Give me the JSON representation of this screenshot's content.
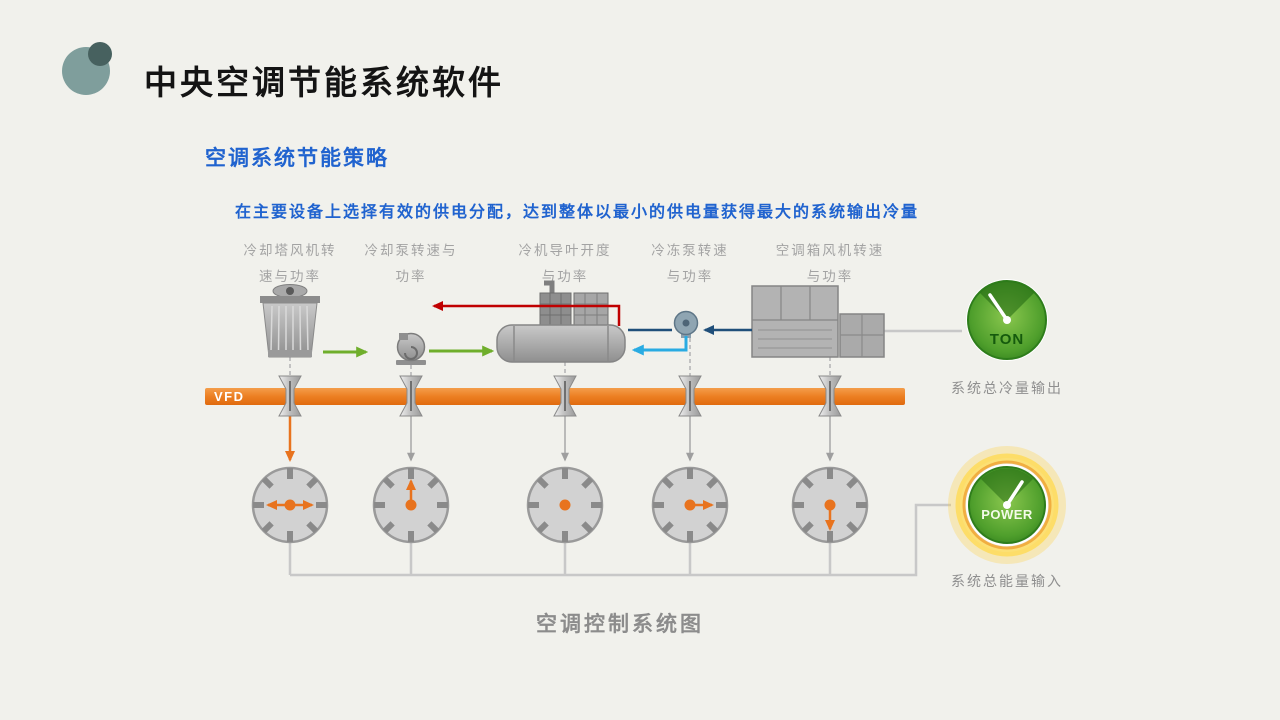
{
  "slide": {
    "title": "中央空调节能系统软件",
    "section_title": "空调系统节能策略",
    "description": "在主要设备上选择有效的供电分配，达到整体以最小的供电量获得最大的系统输出冷量",
    "caption": "空调控制系统图"
  },
  "diagram": {
    "vfd_label": "VFD",
    "equipment": [
      {
        "icon": "cooling-tower-icon",
        "label1": "冷却塔风机转",
        "label2": "速与功率"
      },
      {
        "icon": "cooling-pump-icon",
        "label1": "冷却泵转速与",
        "label2": "功率"
      },
      {
        "icon": "chiller-icon",
        "label1": "冷机导叶开度",
        "label2": "与功率"
      },
      {
        "icon": "chilled-pump-icon",
        "label1": "冷冻泵转速",
        "label2": "与功率"
      },
      {
        "icon": "ahu-icon",
        "label1": "空调箱风机转速",
        "label2": "与功率"
      }
    ],
    "output_gauge": {
      "label": "TON",
      "caption": "系统总冷量输出"
    },
    "input_gauge": {
      "label": "POWER",
      "caption": "系统总能量输入"
    }
  },
  "colors": {
    "accent_blue": "#2063cf",
    "vfd_orange": "#e8731e",
    "gauge_green": "#4f9f2c",
    "glow_yellow": "#ffd94d",
    "pipe_red": "#c00000",
    "pipe_green": "#6fae2b",
    "pipe_cyan": "#29abe2",
    "pipe_navy": "#1f4e79"
  }
}
